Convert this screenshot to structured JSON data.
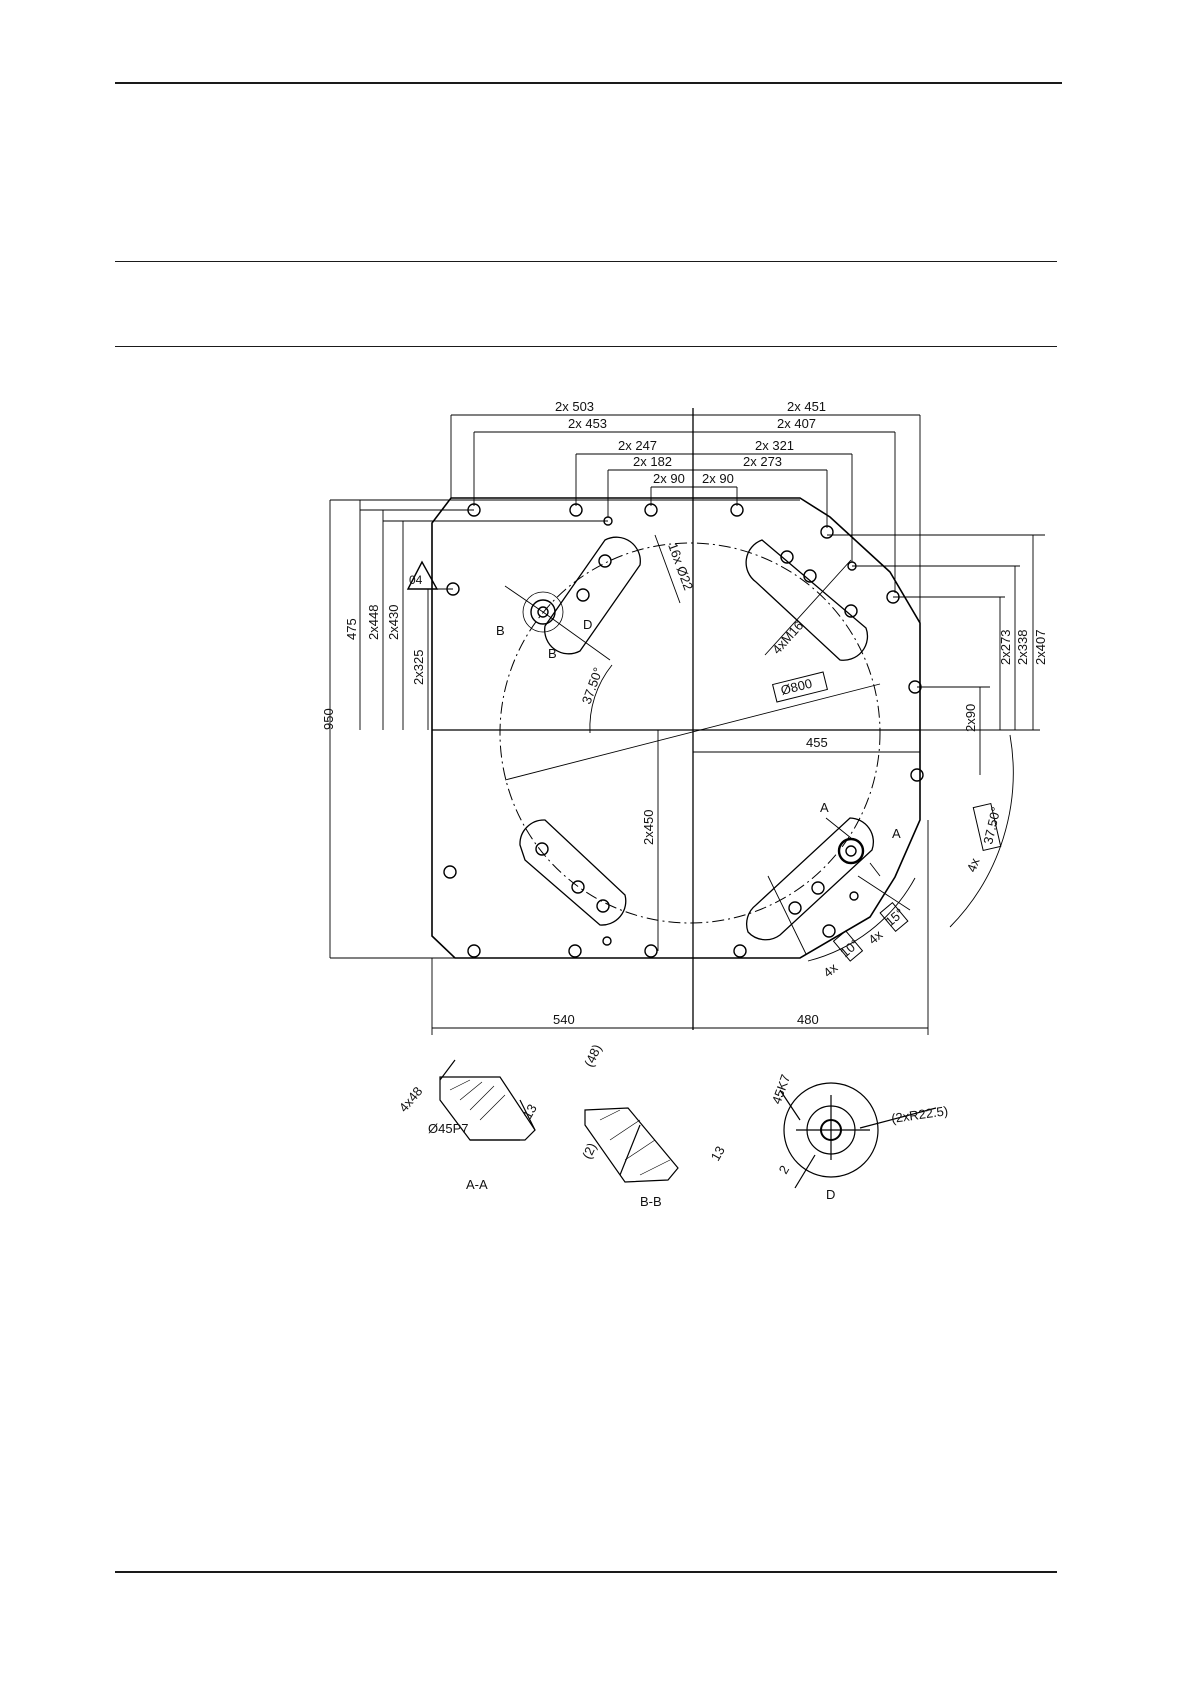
{
  "page": {
    "rules": [
      "top-rule",
      "section-rule-1",
      "section-rule-2",
      "bottom-rule"
    ]
  },
  "drawing": {
    "top_dims": {
      "d503": "2x 503",
      "d453": "2x 453",
      "d247": "2x 247",
      "d182": "2x 182",
      "d90a": "2x 90",
      "d90b": "2x 90",
      "d451": "2x 451",
      "d407": "2x 407",
      "d321": "2x 321",
      "d273": "2x 273"
    },
    "left_dims": {
      "d950": "950",
      "d475": "475",
      "d448": "2x448",
      "d430": "2x430",
      "d325": "2x325"
    },
    "right_dims": {
      "d273": "2x273",
      "d338": "2x338",
      "d407": "2x407",
      "d90": "2x90"
    },
    "bottom_dims": {
      "d540": "540",
      "d480": "480"
    },
    "inner_labels": {
      "dia800": "Ø800",
      "holes16": "16x Ø22",
      "m16": "4xM16",
      "angle1": "37.50°",
      "d455": "455",
      "d450": "2x450",
      "angle4x": "4x",
      "angle4x_val": "37.50°",
      "angle10_prefix": "4x",
      "angle10": "10°",
      "angle15_prefix": "4x",
      "angle15": "15°",
      "tri_label": "04",
      "sec_B": "B",
      "sec_B2": "B",
      "sec_D": "D",
      "sec_A": "A",
      "sec_A2": "A"
    },
    "section_AA": {
      "title": "A-A",
      "dim_48": "4x48",
      "dim_13": "13",
      "bore": "Ø45P7"
    },
    "section_BB": {
      "title": "B-B",
      "dim_48": "(48)",
      "dim_2": "(2)",
      "dim_13": "13"
    },
    "detail_D": {
      "title": "D",
      "dim_45k7": "45K7",
      "radius": "(2xR22.5)",
      "dim_2": "2"
    }
  }
}
